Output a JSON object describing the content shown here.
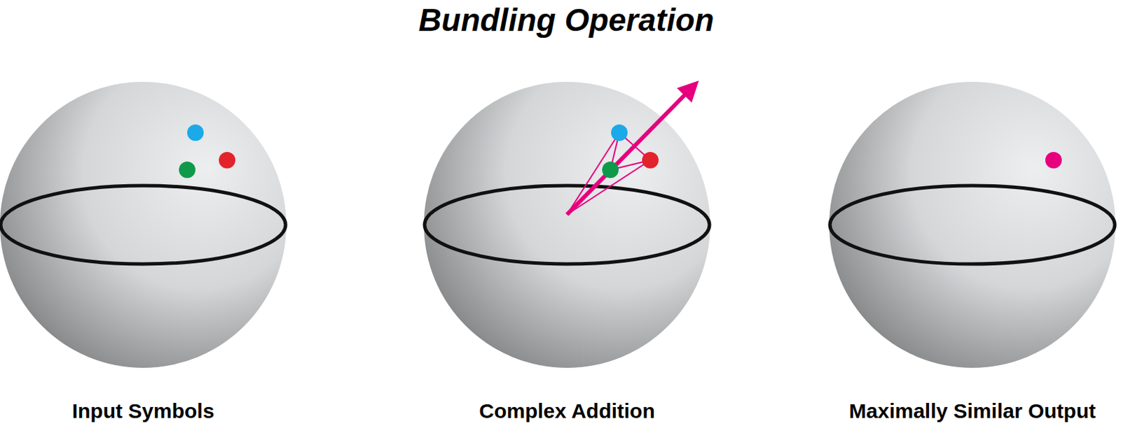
{
  "diagram": {
    "title": "Bundling Operation",
    "labels": [
      "Input Symbols",
      "Complex Addition",
      "Maximally Similar Output"
    ]
  }
}
